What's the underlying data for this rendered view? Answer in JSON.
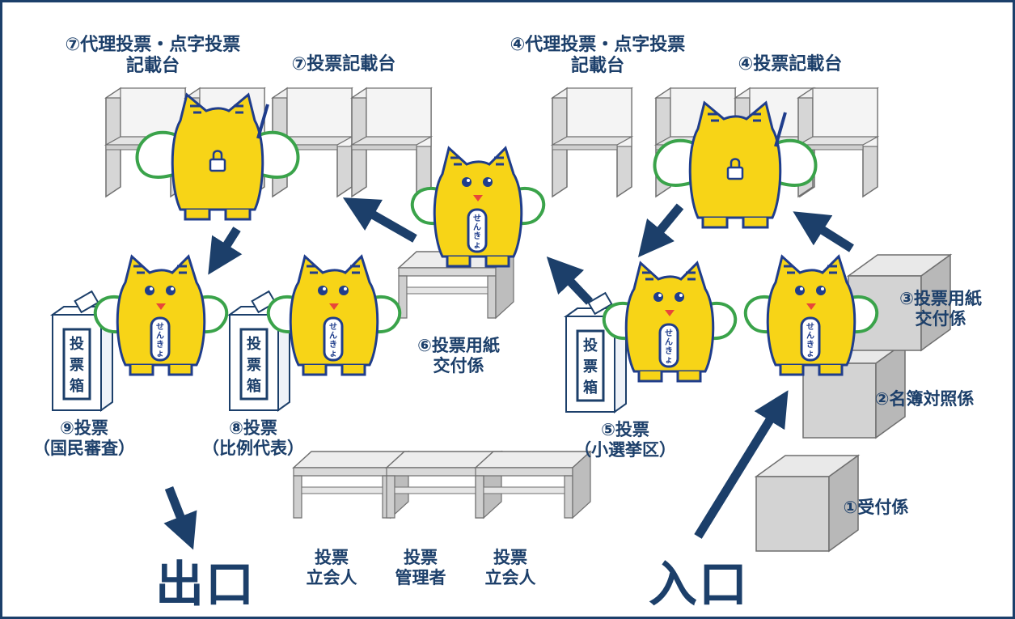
{
  "colors": {
    "navy": "#1c3f6a",
    "mascot_yellow": "#f7d417",
    "mascot_outline": "#1f3d8c",
    "wing_green": "#3aa34a",
    "booth_gray": "#c8c8c8"
  },
  "labels": {
    "booth7_special": [
      "⑦代理投票・点字投票",
      "記載台"
    ],
    "booth7": "⑦投票記載台",
    "booth4_special": [
      "④代理投票・点字投票",
      "記載台"
    ],
    "booth4": "④投票記載台",
    "step3": [
      "③投票用紙",
      "交付係"
    ],
    "step2": "②名簿対照係",
    "step1": "①受付係",
    "step6": [
      "⑥投票用紙",
      "交付係"
    ],
    "step5": [
      "⑤投票",
      "（小選挙区）"
    ],
    "step8": [
      "⑧投票",
      "（比例代表）"
    ],
    "step9": [
      "⑨投票",
      "（国民審査）"
    ],
    "witness_left": [
      "投票",
      "立会人"
    ],
    "manager": [
      "投票",
      "管理者"
    ],
    "witness_right": [
      "投票",
      "立会人"
    ],
    "exit": "出口",
    "entrance": "入口"
  },
  "ballot_box_text": "投票箱",
  "mascot_sash_text": "せんきょ",
  "icons": [
    "arrow-icon",
    "lock-icon",
    "pencil-icon",
    "ballot-paper-icon"
  ]
}
